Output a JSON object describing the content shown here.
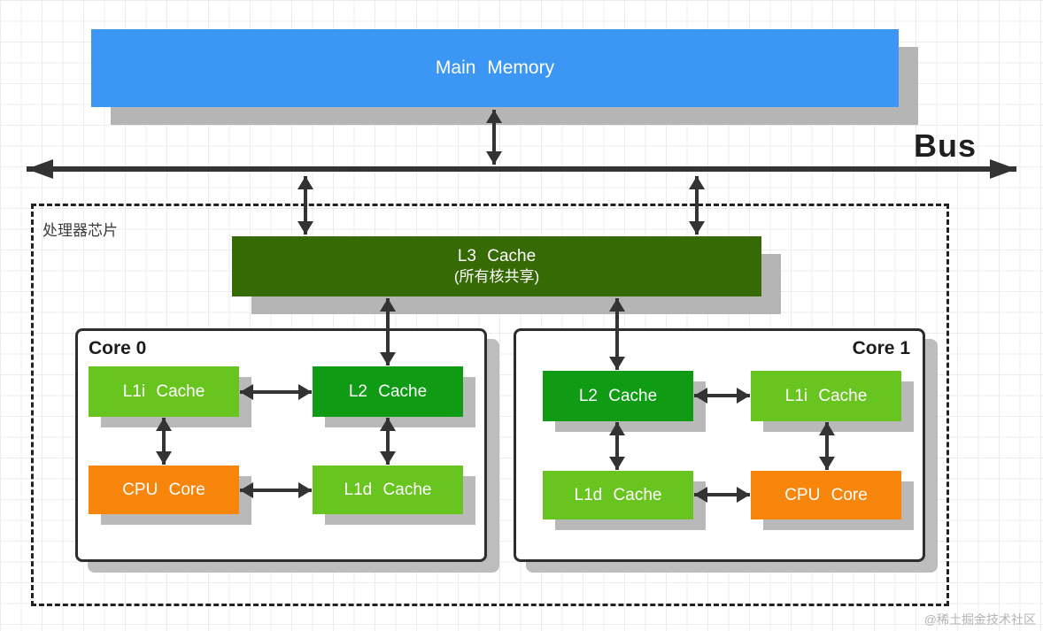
{
  "main_memory": {
    "label": "Main Memory"
  },
  "bus": {
    "label": "Bus"
  },
  "processor_chip": {
    "label": "处理器芯片"
  },
  "l3_cache": {
    "label": "L3 Cache",
    "sublabel": "(所有核共享)"
  },
  "cores": [
    {
      "label": "Core 0",
      "boxes": {
        "l1i": "L1i Cache",
        "l2": "L2 Cache",
        "cpu": "CPU Core",
        "l1d": "L1d Cache"
      }
    },
    {
      "label": "Core 1",
      "boxes": {
        "l2": "L2 Cache",
        "l1i": "L1i Cache",
        "l1d": "L1d Cache",
        "cpu": "CPU Core"
      }
    }
  ],
  "watermark": "@稀土掘金技术社区",
  "colors": {
    "main_memory": "#3b97f3",
    "l3_cache": "#356a05",
    "l2_cache": "#0f9b14",
    "l1_cache": "#68c41f",
    "cpu_core": "#f8860d",
    "arrow": "#333333",
    "shadow": "#b5b5b5"
  }
}
